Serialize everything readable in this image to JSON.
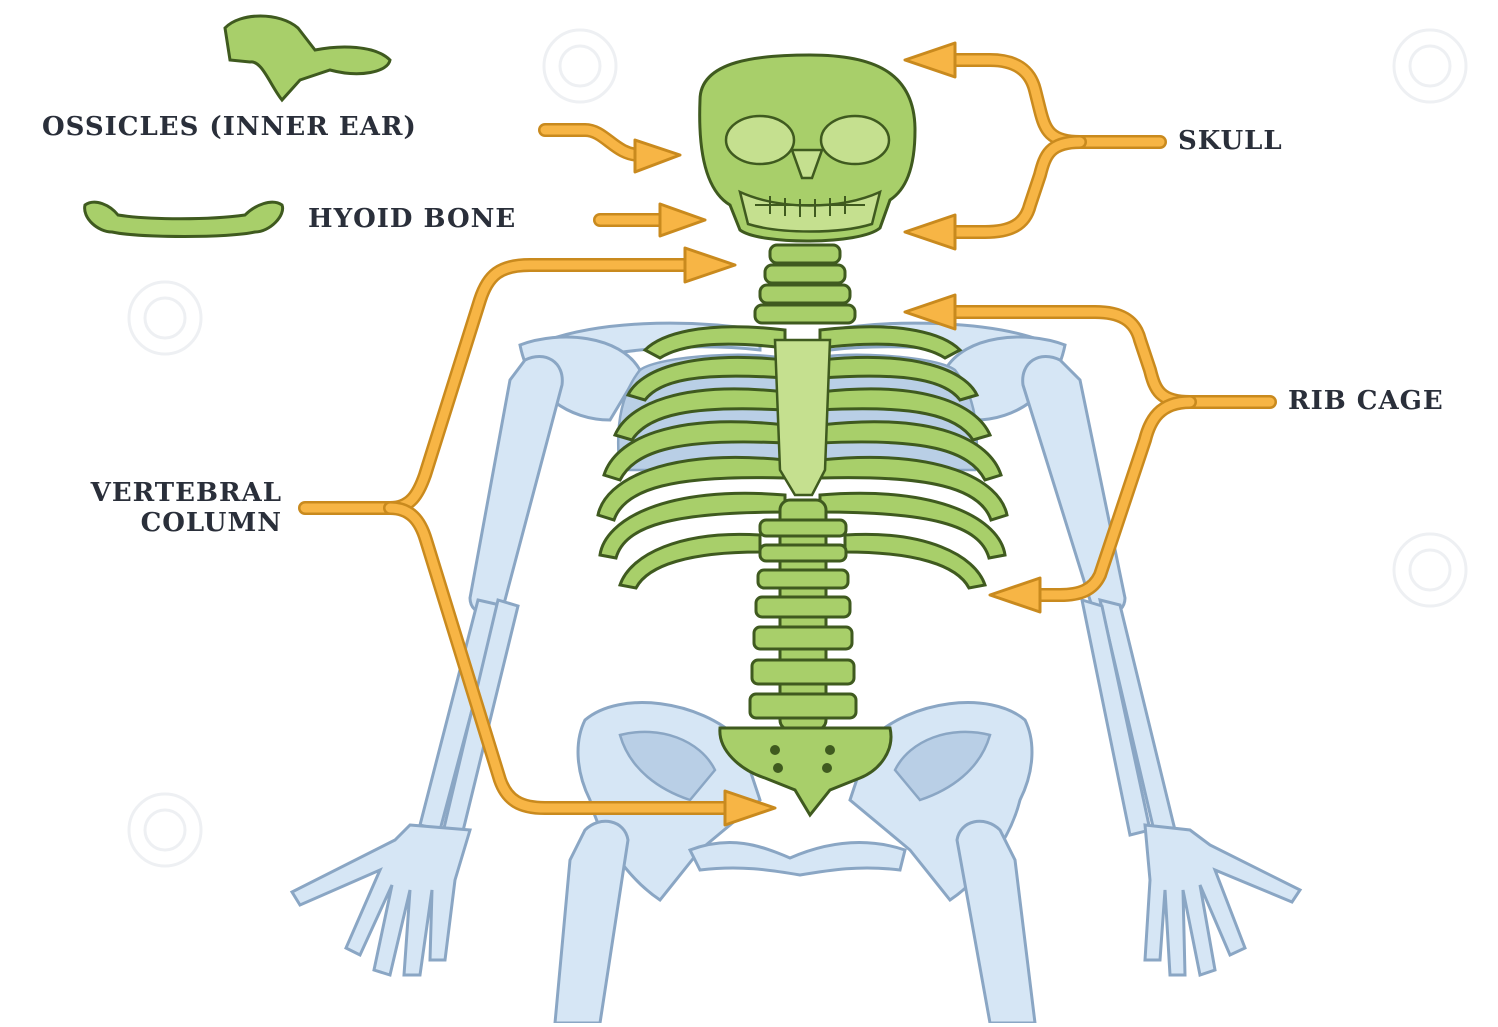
{
  "labels": {
    "ossicles": "OSSICLES (INNER EAR)",
    "hyoid": "HYOID BONE",
    "skull": "SKULL",
    "rib_cage": "RIB CAGE",
    "vertebral_line1": "VERTEBRAL",
    "vertebral_line2": "COLUMN"
  },
  "colors": {
    "axial_bone": "#a8cf6a",
    "axial_outline": "#3f5a1f",
    "appendicular_bone": "#d6e6f5",
    "appendicular_outline": "#8aa6c4",
    "arrow": "#f7b545",
    "arrow_outline": "#c98a1e",
    "text": "#2a2f3a"
  }
}
